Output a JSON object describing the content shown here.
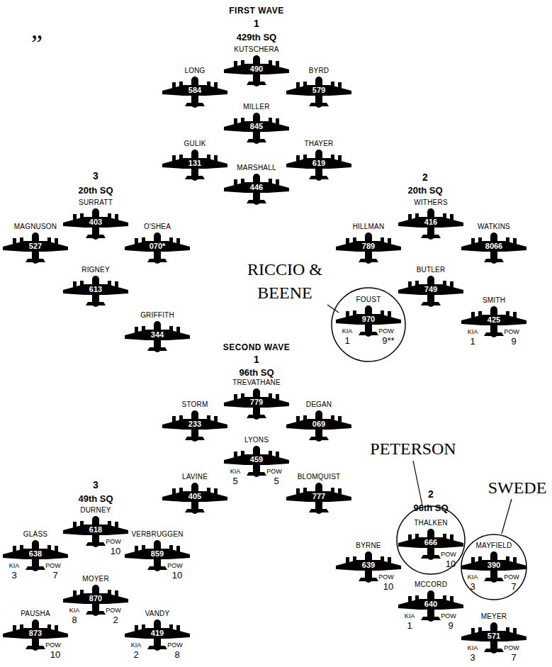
{
  "diagram": {
    "nodes": [
      {
        "text": [
          "KUTSCHERA",
          "490"
        ]
      },
      {
        "text": [
          "LONG",
          "584"
        ]
      },
      {
        "text": [
          "BYRD",
          "579"
        ]
      },
      {
        "text": [
          "MILLER",
          "845"
        ]
      },
      {
        "text": [
          "GULIK",
          "131"
        ]
      },
      {
        "text": [
          "THAYER",
          "619"
        ]
      },
      {
        "text": [
          "MARSHALL",
          "446"
        ]
      },
      {
        "text": [
          "SURRATT",
          "403"
        ]
      },
      {
        "text": [
          "WITHERS",
          "416"
        ]
      },
      {
        "text": [
          "MAGNUSON",
          "527"
        ]
      },
      {
        "text": [
          "O'SHEA",
          "070*"
        ]
      },
      {
        "text": [
          "HILLMAN",
          "789"
        ]
      },
      {
        "text": [
          "WATKINS",
          "8066"
        ]
      },
      {
        "text": [
          "RIGNEY",
          "613"
        ]
      },
      {
        "text": [
          "BUTLER",
          "749"
        ]
      },
      {
        "text": [
          "GRIFFITH",
          "344"
        ]
      },
      {
        "text": [
          "FOUST",
          "970",
          "KIA",
          "POW",
          "1",
          "9**"
        ]
      },
      {
        "text": [
          "SMITH",
          "425",
          "KIA",
          "POW",
          "1",
          "9"
        ]
      },
      {
        "text": [
          "TREVATHANE",
          "779"
        ]
      },
      {
        "text": [
          "STORM",
          "233"
        ]
      },
      {
        "text": [
          "DEGAN",
          "069"
        ]
      },
      {
        "text": [
          "LYONS",
          "459",
          "KIA",
          "POW",
          "5",
          "5"
        ]
      },
      {
        "text": [
          "LAVINE",
          "405"
        ]
      },
      {
        "text": [
          "BLOMQUIST",
          "777"
        ]
      },
      {
        "text": [
          "DURNEY",
          "618",
          "POW",
          "10"
        ]
      },
      {
        "text": [
          "GLASS",
          "638",
          "KIA",
          "POW",
          "3",
          "7"
        ]
      },
      {
        "text": [
          "VERBRUGGEN",
          "859",
          "POW",
          "10"
        ]
      },
      {
        "text": [
          "THALKEN",
          "666",
          "POW",
          "10"
        ]
      },
      {
        "text": [
          "BYRNE",
          "639",
          "POW",
          "10"
        ]
      },
      {
        "text": [
          "MAYFIELD",
          "390",
          "KIA",
          "POW",
          "3",
          "7"
        ]
      },
      {
        "text": [
          "MOYER",
          "870",
          "KIA",
          "POW",
          "8",
          "2"
        ]
      },
      {
        "text": [
          "MCCORD",
          "640",
          "KIA",
          "POW",
          "1",
          "9"
        ]
      },
      {
        "text": [
          "PAUSHA",
          "873",
          "POW",
          "10"
        ]
      },
      {
        "text": [
          "VANDY",
          "419",
          "KIA",
          "POW",
          "2",
          "8"
        ]
      },
      {
        "text": [
          "MEYER",
          "571",
          "KIA",
          "POW",
          "3",
          "7"
        ]
      }
    ],
    "labels": [
      "”",
      "FIRST WAVE",
      "1",
      "429th SQ",
      "3",
      "20th SQ",
      "2",
      "20th SQ",
      "RICCIO & BEENE",
      "SECOND WAVE",
      "1",
      "96th SQ",
      "PETERSON",
      "SWEDE",
      "3",
      "49th SQ",
      "2",
      "96th SQ"
    ]
  }
}
